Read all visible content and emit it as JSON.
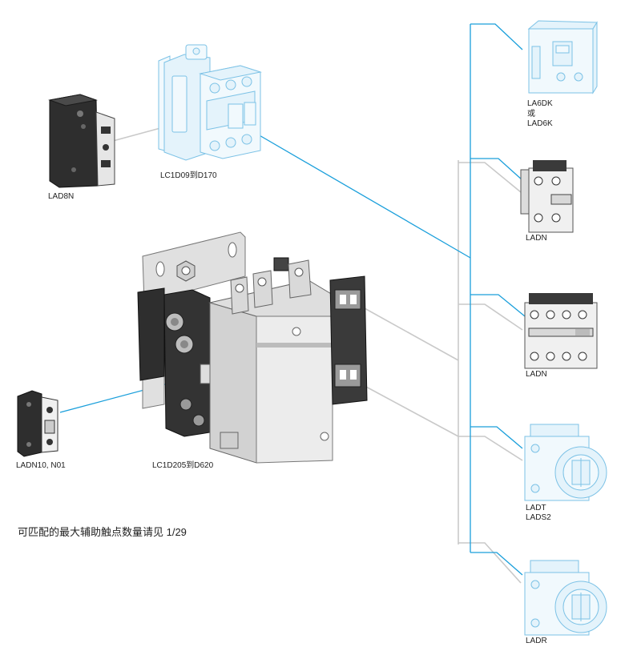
{
  "labels": {
    "lad8n": "LAD8N",
    "lc1d09": "LC1D09到D170",
    "la6dk": "LA6DK",
    "or_word": "或",
    "lad6k": "LAD6K",
    "ladn_first": "LADN",
    "ladn_second": "LADN",
    "ladt": "LADT",
    "lads2": "LADS2",
    "ladr": "LADR",
    "ladn10": "LADN10, N01",
    "lc1d205": "LC1D205到D620"
  },
  "note": "可匹配的最大辅助触点数量请见 1/29",
  "colors": {
    "accent_line": "#1a9fdb",
    "gray_line": "#c9c9c9",
    "sketch_stroke": "#7cc2e6",
    "sketch_fill": "#e4f3fb",
    "label_text": "#222222"
  }
}
